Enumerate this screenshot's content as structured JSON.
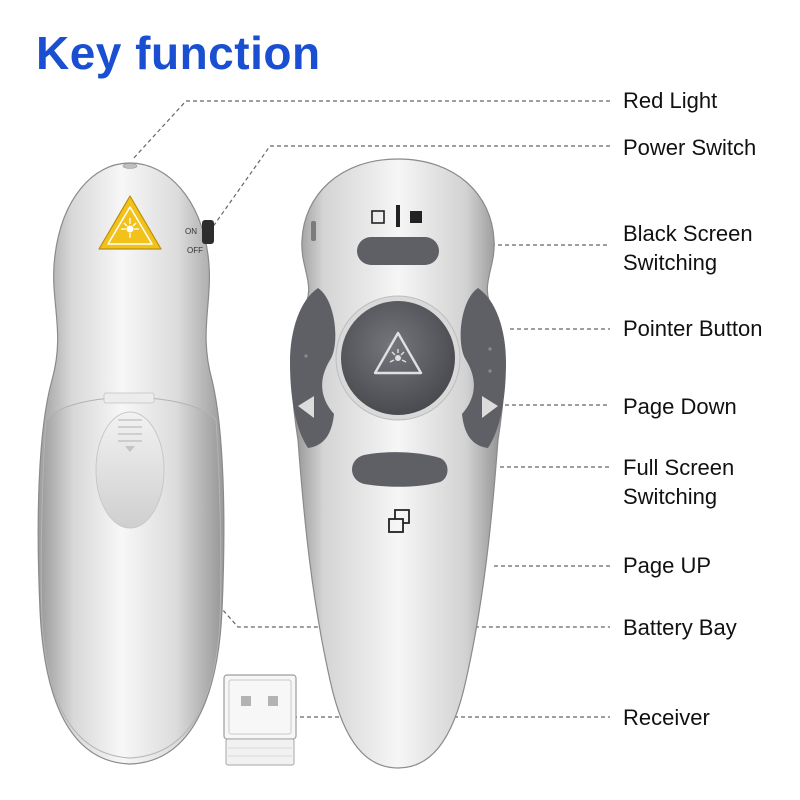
{
  "title": "Key function",
  "colors": {
    "title": "#1a4fd1",
    "body_light": "#f4f4f4",
    "body_dark": "#a6a6a6",
    "button_gray": "#5f6066",
    "laser_yellow": "#f2c21a",
    "leader_line": "#666666"
  },
  "labels": [
    {
      "id": "red-light",
      "lines": [
        "Red Light"
      ]
    },
    {
      "id": "power-switch",
      "lines": [
        "Power Switch"
      ]
    },
    {
      "id": "black-screen",
      "lines": [
        "Black Screen",
        "Switching"
      ]
    },
    {
      "id": "pointer-button",
      "lines": [
        "Pointer Button"
      ]
    },
    {
      "id": "page-down",
      "lines": [
        "Page Down"
      ]
    },
    {
      "id": "full-screen",
      "lines": [
        "Full Screen",
        "Switching"
      ]
    },
    {
      "id": "page-up",
      "lines": [
        "Page UP"
      ]
    },
    {
      "id": "battery-bay",
      "lines": [
        "Battery Bay"
      ]
    },
    {
      "id": "receiver",
      "lines": [
        "Receiver"
      ]
    }
  ],
  "switch_text": {
    "on": "ON",
    "off": "OFF"
  },
  "icons": {
    "laser_warning": "laser-warning-icon",
    "black_screen": "square-bar-square-icon",
    "full_screen": "overlapping-windows-icon"
  }
}
